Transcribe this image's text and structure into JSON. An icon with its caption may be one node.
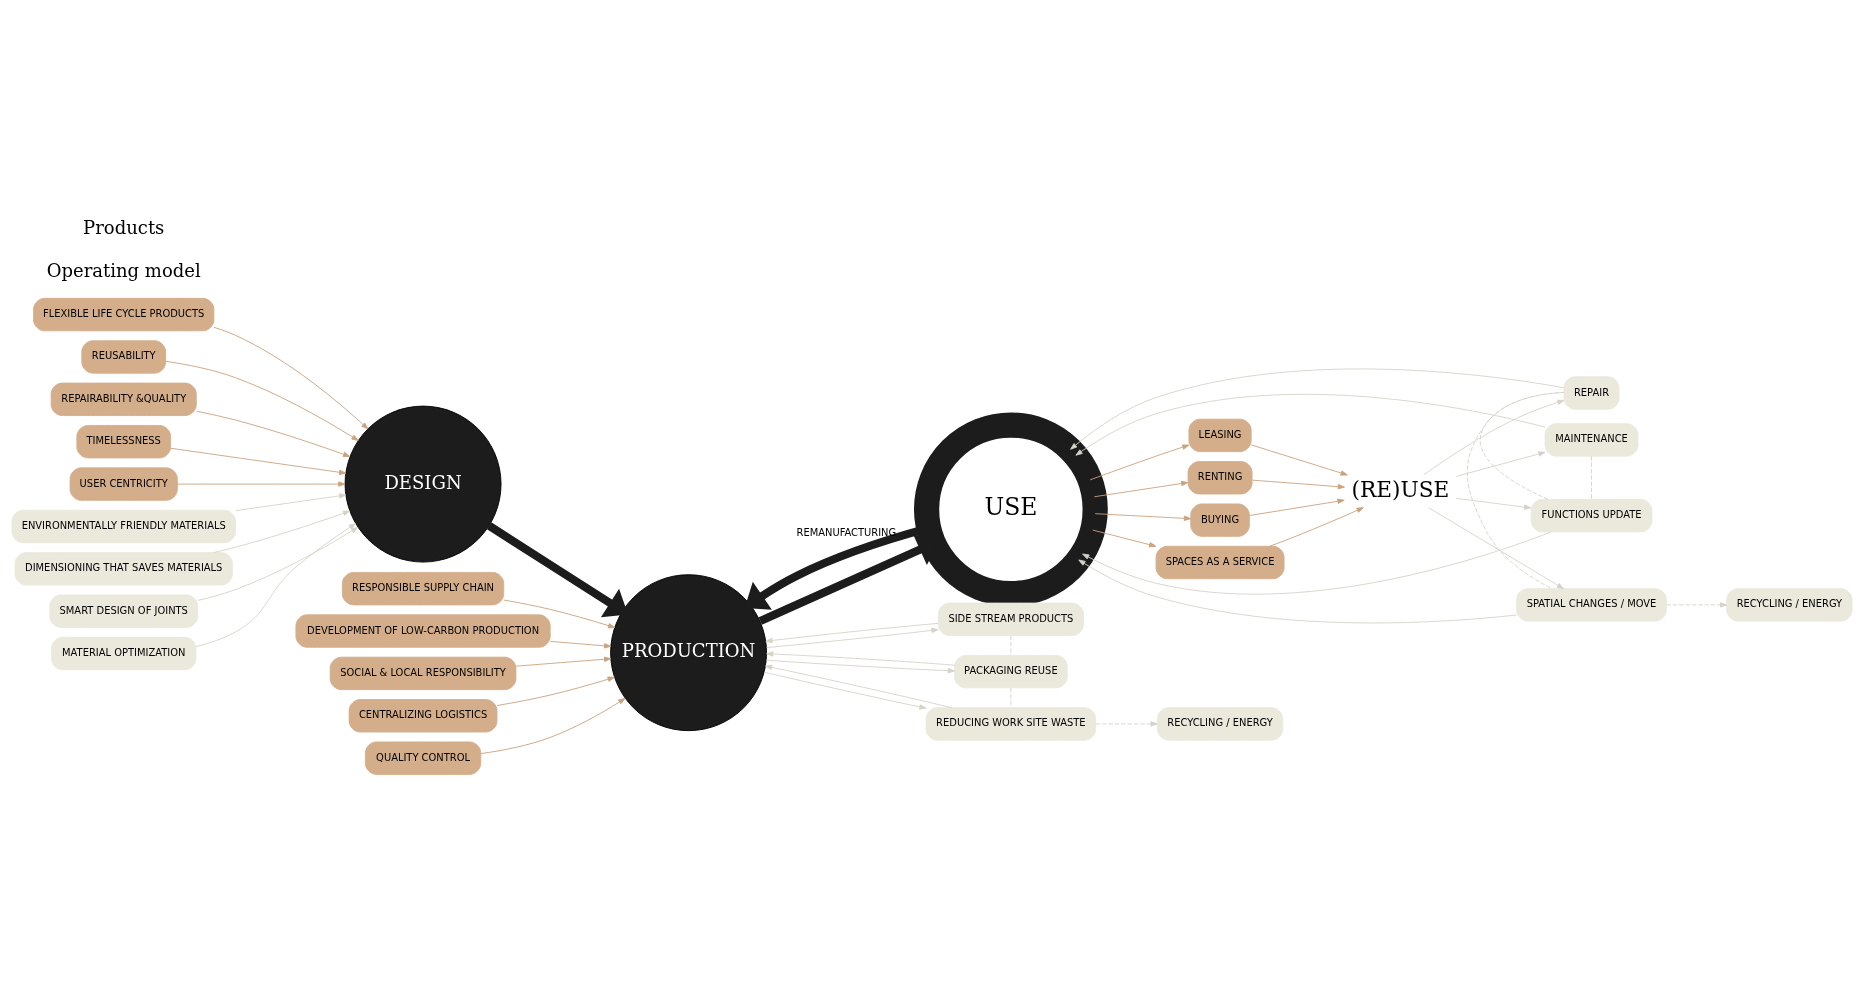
{
  "diagram": {
    "nodes": [
      {
        "text": [
          "DESIGN"
        ]
      },
      {
        "text": [
          "PRODUCTION"
        ]
      },
      {
        "text": [
          "USE"
        ]
      },
      {
        "text": [
          "(RE)USE"
        ]
      },
      {
        "text": [
          "FLEXIBLE LIFE CYCLE PRODUCTS"
        ]
      },
      {
        "text": [
          "REUSABILITY"
        ]
      },
      {
        "text": [
          "REPAIRABILITY &QUALITY"
        ]
      },
      {
        "text": [
          "TIMELESSNESS"
        ]
      },
      {
        "text": [
          "USER CENTRICITY"
        ]
      },
      {
        "text": [
          "ENVIRONMENTALLY FRIENDLY MATERIALS"
        ]
      },
      {
        "text": [
          "DIMENSIONING THAT SAVES MATERIALS"
        ]
      },
      {
        "text": [
          "SMART DESIGN OF JOINTS"
        ]
      },
      {
        "text": [
          "MATERIAL OPTIMIZATION"
        ]
      },
      {
        "text": [
          "RESPONSIBLE SUPPLY CHAIN"
        ]
      },
      {
        "text": [
          "DEVELOPMENT OF LOW-CARBON PRODUCTION"
        ]
      },
      {
        "text": [
          "SOCIAL & LOCAL RESPONSIBILITY"
        ]
      },
      {
        "text": [
          "CENTRALIZING LOGISTICS"
        ]
      },
      {
        "text": [
          "QUALITY CONTROL"
        ]
      },
      {
        "text": [
          "SIDE STREAM PRODUCTS"
        ]
      },
      {
        "text": [
          "PACKAGING REUSE"
        ]
      },
      {
        "text": [
          "REDUCING WORK SITE WASTE"
        ]
      },
      {
        "text": [
          "RECYCLING / ENERGY"
        ]
      },
      {
        "text": [
          "SPACES AS A SERVICE"
        ]
      },
      {
        "text": [
          "LEASING"
        ]
      },
      {
        "text": [
          "RENTING"
        ]
      },
      {
        "text": [
          "BUYING"
        ]
      },
      {
        "text": [
          "MAINTENANCE"
        ]
      },
      {
        "text": [
          "FUNCTIONS UPDATE"
        ]
      },
      {
        "text": [
          "REPAIR"
        ]
      },
      {
        "text": [
          "SPATIAL CHANGES / MOVE"
        ]
      },
      {
        "text": [
          "RECYCLING / ENERGY"
        ]
      }
    ],
    "edges": [
      {
        "from": 4,
        "to": 0,
        "arrow": "to",
        "color": "#c9a27e"
      },
      {
        "from": 5,
        "to": 0,
        "arrow": "to",
        "color": "#c9a27e"
      },
      {
        "from": 6,
        "to": 0,
        "arrow": "to",
        "color": "#c9a27e"
      },
      {
        "from": 7,
        "to": 0,
        "arrow": "to",
        "color": "#c9a27e"
      },
      {
        "from": 8,
        "to": 0,
        "arrow": "to",
        "color": "#c9a27e"
      },
      {
        "from": 9,
        "to": 0,
        "arrow": "to"
      },
      {
        "from": 10,
        "to": 0,
        "arrow": "to"
      },
      {
        "from": 11,
        "to": 0,
        "arrow": "to"
      },
      {
        "from": 12,
        "to": 0,
        "arrow": "to"
      },
      {
        "from": 0,
        "to": 1,
        "arrow": "to",
        "style": "thick",
        "color": "#1c1c1c"
      },
      {
        "from": 13,
        "to": 1,
        "arrow": "to",
        "color": "#c9a27e"
      },
      {
        "from": 14,
        "to": 1,
        "arrow": "to",
        "color": "#c9a27e"
      },
      {
        "from": 15,
        "to": 1,
        "arrow": "to",
        "color": "#c9a27e"
      },
      {
        "from": 16,
        "to": 1,
        "arrow": "to",
        "color": "#c9a27e"
      },
      {
        "from": 17,
        "to": 1,
        "arrow": "to",
        "color": "#c9a27e"
      },
      {
        "from": 1,
        "to": 18,
        "arrow": "to"
      },
      {
        "from": 18,
        "to": 1,
        "arrow": "to"
      },
      {
        "from": 1,
        "to": 19,
        "arrow": "to"
      },
      {
        "from": 19,
        "to": 1,
        "arrow": "to"
      },
      {
        "from": 1,
        "to": 20,
        "arrow": "to"
      },
      {
        "from": 20,
        "to": 1,
        "arrow": "to"
      },
      {
        "from": 18,
        "to": 19,
        "arrow": "none",
        "style": "dashed"
      },
      {
        "from": 19,
        "to": 20,
        "arrow": "none",
        "style": "dashed"
      },
      {
        "from": 20,
        "to": 21,
        "arrow": "to",
        "style": "dashed"
      },
      {
        "from": 1,
        "to": 2,
        "arrow": "to",
        "style": "thick",
        "color": "#1c1c1c"
      },
      {
        "from": 2,
        "to": 1,
        "arrow": "to",
        "style": "thick",
        "color": "#1c1c1c",
        "label": "REMANUFACTURING"
      },
      {
        "from": 2,
        "to": 22,
        "arrow": "to",
        "color": "#c9a27e"
      },
      {
        "from": 2,
        "to": 23,
        "arrow": "to",
        "color": "#c9a27e"
      },
      {
        "from": 2,
        "to": 24,
        "arrow": "to",
        "color": "#c9a27e"
      },
      {
        "from": 2,
        "to": 25,
        "arrow": "to",
        "color": "#c9a27e"
      },
      {
        "from": 22,
        "to": 3,
        "arrow": "to",
        "color": "#c9a27e"
      },
      {
        "from": 23,
        "to": 3,
        "arrow": "to",
        "color": "#c9a27e"
      },
      {
        "from": 24,
        "to": 3,
        "arrow": "to",
        "color": "#c9a27e"
      },
      {
        "from": 25,
        "to": 3,
        "arrow": "to",
        "color": "#c9a27e"
      },
      {
        "from": 3,
        "to": 26,
        "arrow": "to"
      },
      {
        "from": 3,
        "to": 27,
        "arrow": "to"
      },
      {
        "from": 3,
        "to": 28,
        "arrow": "to"
      },
      {
        "from": 3,
        "to": 29,
        "arrow": "to"
      },
      {
        "from": 26,
        "to": 2,
        "arrow": "to"
      },
      {
        "from": 27,
        "to": 2,
        "arrow": "to"
      },
      {
        "from": 28,
        "to": 2,
        "arrow": "to"
      },
      {
        "from": 29,
        "to": 2,
        "arrow": "to"
      },
      {
        "from": 26,
        "to": 27,
        "arrow": "none",
        "style": "dashed"
      },
      {
        "from": 27,
        "to": 28,
        "arrow": "none",
        "style": "dashed"
      },
      {
        "from": 28,
        "to": 29,
        "arrow": "none",
        "style": "dashed"
      },
      {
        "from": 29,
        "to": 30,
        "arrow": "to",
        "style": "dashed"
      }
    ],
    "labels": [
      "Operating model",
      "Products"
    ]
  }
}
